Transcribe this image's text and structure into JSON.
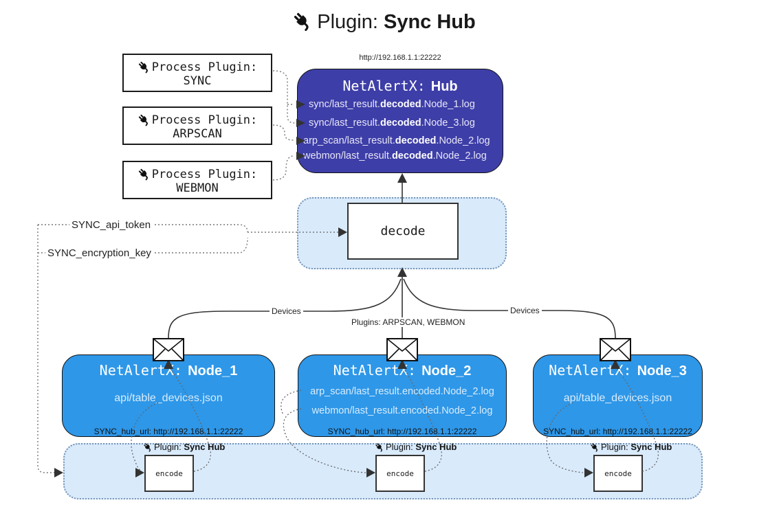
{
  "title": {
    "icon": "plug-icon",
    "prefix": "Plugin:",
    "bold": "Sync Hub"
  },
  "hub": {
    "url": "http://192.168.1.1:22222",
    "name_mono": "NetAlertX:",
    "name_bold": "Hub",
    "logs": [
      {
        "pre": "sync/last_result.",
        "bold": "decoded",
        "post": ".Node_1.log"
      },
      {
        "pre": "sync/last_result.",
        "bold": "decoded",
        "post": ".Node_3.log"
      },
      {
        "pre": "arp_scan/last_result.",
        "bold": "decoded",
        "post": ".Node_2.log"
      },
      {
        "pre": "webmon/last_result.",
        "bold": "decoded",
        "post": ".Node_2.log"
      }
    ]
  },
  "process_plugins": [
    {
      "label": "Process Plugin:",
      "name": "SYNC"
    },
    {
      "label": "Process Plugin:",
      "name": "ARPSCAN"
    },
    {
      "label": "Process Plugin:",
      "name": "WEBMON"
    }
  ],
  "decode_label": "decode",
  "settings": {
    "api_token": "SYNC_api_token",
    "encryption_key": "SYNC_encryption_key"
  },
  "edge_labels": {
    "devices_left": "Devices",
    "plugins_mid": "Plugins: ARPSCAN, WEBMON",
    "devices_right": "Devices"
  },
  "nodes": [
    {
      "name_mono": "NetAlertX:",
      "name_bold": "Node_1",
      "files": [
        "api/table_devices.json"
      ],
      "hub_url": "SYNC_hub_url: http://192.168.1.1:22222"
    },
    {
      "name_mono": "NetAlertX:",
      "name_bold": "Node_2",
      "files": [
        "arp_scan/last_result.encoded.Node_2.log",
        "webmon/last_result.encoded.Node_2.log"
      ],
      "hub_url": "SYNC_hub_url: http://192.168.1.1:22222"
    },
    {
      "name_mono": "NetAlertX:",
      "name_bold": "Node_3",
      "files": [
        "api/table_devices.json"
      ],
      "hub_url": "SYNC_hub_url: http://192.168.1.1:22222"
    }
  ],
  "encoders": [
    {
      "plugin_prefix": "Plugin:",
      "plugin_bold": "Sync Hub",
      "box_label": "encode"
    },
    {
      "plugin_prefix": "Plugin:",
      "plugin_bold": "Sync Hub",
      "box_label": "encode"
    },
    {
      "plugin_prefix": "Plugin:",
      "plugin_bold": "Sync Hub",
      "box_label": "encode"
    }
  ],
  "icons": {
    "plug": "plug-icon",
    "envelope": "envelope-icon"
  },
  "colors": {
    "hub_fill": "#3E3EA8",
    "node_fill": "#2E97E8",
    "container_fill": "#D9EAFB",
    "container_border": "#7494B5",
    "box_border": "#111111",
    "hub_text": "#E6E6F8",
    "node_text": "#D8ECFC"
  }
}
